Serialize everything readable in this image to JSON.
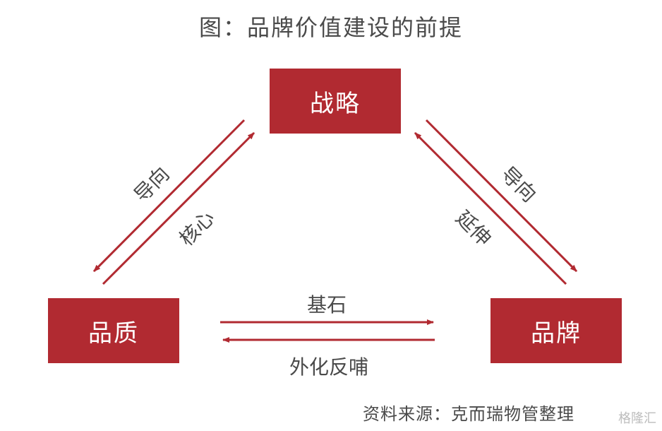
{
  "title": "图：品牌价值建设的前提",
  "nodes": {
    "strategy": "战略",
    "quality": "品质",
    "brand": "品牌"
  },
  "edges": {
    "left_outer": "导向",
    "left_inner": "核心",
    "right_outer": "导向",
    "right_inner": "延伸",
    "bottom_top": "基石",
    "bottom_bottom": "外化反哺"
  },
  "source": "资料来源：克而瑞物管整理",
  "watermark": "格隆汇",
  "colors": {
    "accent": "#b12a31",
    "text": "#4a4a4a"
  }
}
